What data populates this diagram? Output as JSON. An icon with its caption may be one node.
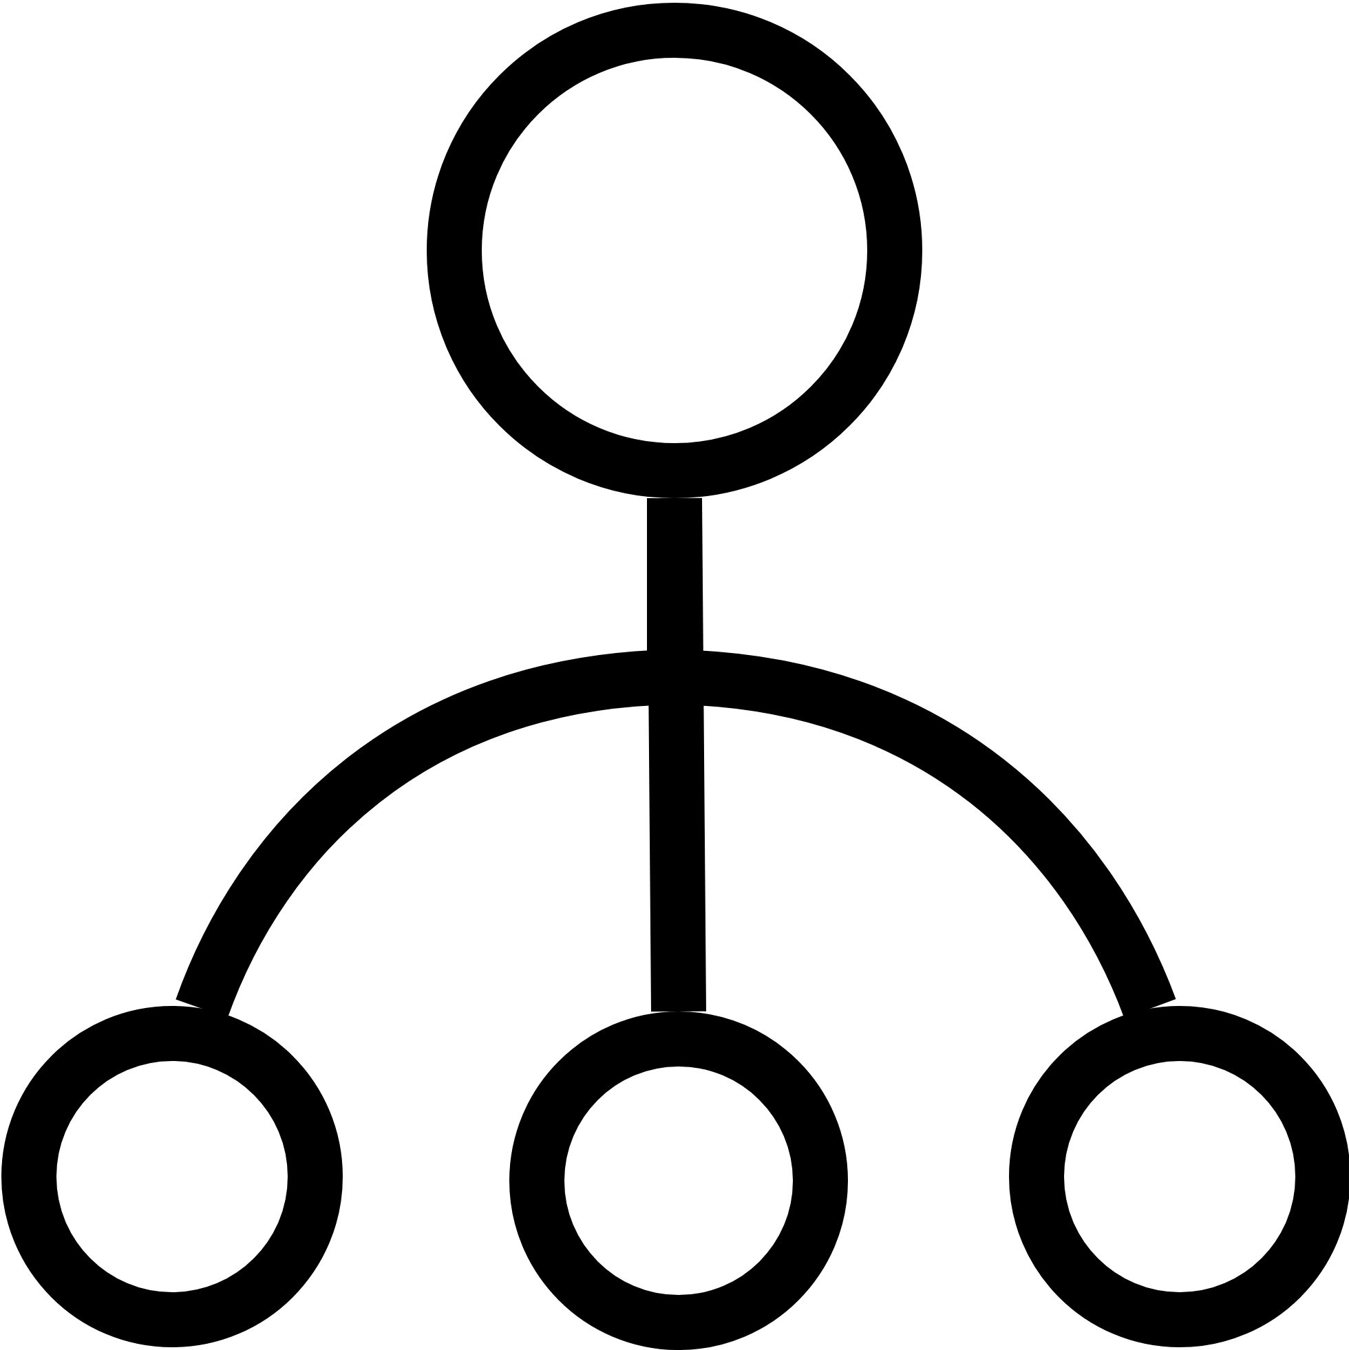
{
  "diagram": {
    "nodes": [
      {
        "text": [],
        "shape": "circle"
      },
      {
        "text": [],
        "shape": "circle"
      },
      {
        "text": [],
        "shape": "circle"
      },
      {
        "text": [],
        "shape": "circle"
      }
    ],
    "edges": [
      {
        "from": 0,
        "to": 1,
        "arrow": "none"
      },
      {
        "from": 0,
        "to": 2,
        "arrow": "none"
      },
      {
        "from": 0,
        "to": 3,
        "arrow": "none"
      }
    ]
  }
}
